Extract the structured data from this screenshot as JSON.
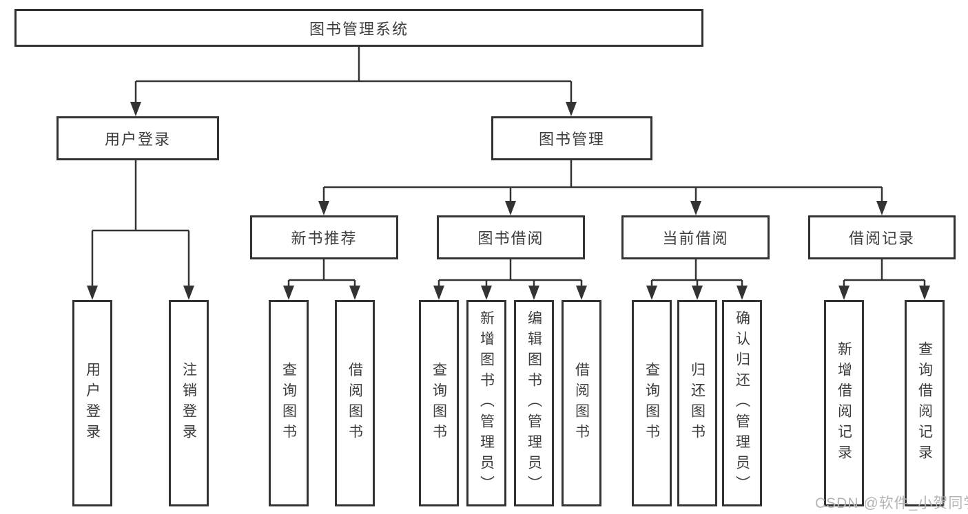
{
  "diagram": {
    "root": {
      "label": "图书管理系统"
    },
    "level2": [
      {
        "label": "用户登录"
      },
      {
        "label": "图书管理"
      }
    ],
    "level3": [
      {
        "label": "新书推荐"
      },
      {
        "label": "图书借阅"
      },
      {
        "label": "当前借阅"
      },
      {
        "label": "借阅记录"
      }
    ],
    "level4": {
      "user_login": [
        {
          "label": "用户登录"
        },
        {
          "label": "注销登录"
        }
      ],
      "new_book_recommendation": [
        {
          "label": "查询图书"
        },
        {
          "label": "借阅图书"
        }
      ],
      "book_borrowing": [
        {
          "label": "查询图书"
        },
        {
          "label": "新增图书（管理员）"
        },
        {
          "label": "编辑图书（管理员）"
        },
        {
          "label": "借阅图书"
        }
      ],
      "current_borrowing": [
        {
          "label": "查询图书"
        },
        {
          "label": "归还图书"
        },
        {
          "label": "确认归还（管理员）"
        }
      ],
      "borrowing_records": [
        {
          "label": "新增借阅记录"
        },
        {
          "label": "查询借阅记录"
        }
      ]
    },
    "colors": {
      "line": "#333333",
      "box_border": "#333333",
      "text": "#3d3d3d",
      "watermark": "#b5b5b5",
      "background": "#ffffff"
    }
  },
  "watermark": {
    "text": "CSDN @软件_小贺同学"
  }
}
